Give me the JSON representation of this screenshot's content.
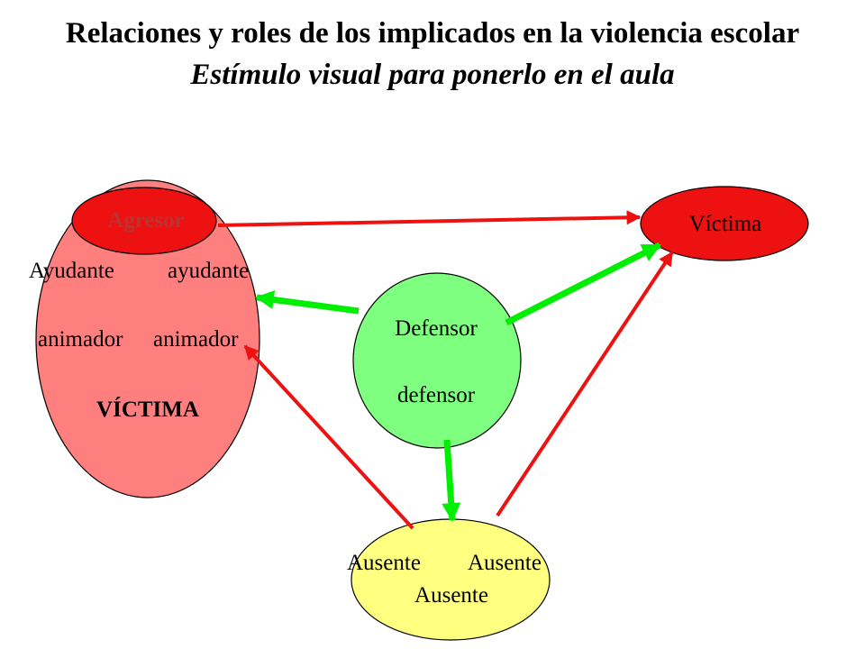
{
  "title": {
    "main": "Relaciones y roles de los implicados en la violencia escolar",
    "subtitle": "Estímulo visual para ponerlo en el aula"
  },
  "nodes": {
    "agresor": "Agresor",
    "ayudante_1": "Ayudante",
    "ayudante_2": "ayudante",
    "animador_1": "animador",
    "animador_2": "animador",
    "victima_group": "VÍCTIMA",
    "victima": "Víctima",
    "defensor_1": "Defensor",
    "defensor_2": "defensor",
    "ausente_1": "Ausente",
    "ausente_2": "Ausente",
    "ausente_3": "Ausente"
  },
  "colors": {
    "group_fill": "#ff7f7f",
    "agresor_fill": "#ee1111",
    "agresor_text": "#bb3333",
    "victima_fill": "#ee1111",
    "defensor_fill": "#7fff7f",
    "ausente_fill": "#ffff80",
    "red_arrow": "#ee1111",
    "green_arrow": "#00ee00"
  }
}
